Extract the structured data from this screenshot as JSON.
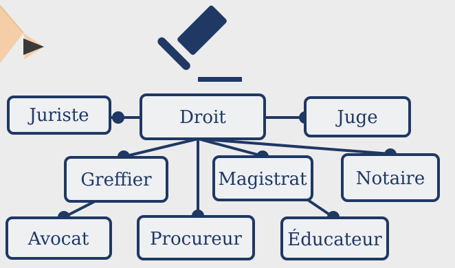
{
  "colors": {
    "navy": "#1f3864",
    "box_fill": "#eef0f2",
    "background": "#ececec",
    "pencil_wood": "#f5cda6",
    "pencil_tip": "#3a3a3a"
  },
  "icons": {
    "gavel": "gavel-icon",
    "pencil": "pencil-icon"
  },
  "nodes": {
    "juriste": "Juriste",
    "droit": "Droit",
    "juge": "Juge",
    "greffier": "Greffier",
    "magistrat": "Magistrat",
    "notaire": "Notaire",
    "avocat": "Avocat",
    "procureur": "Procureur",
    "educateur": "Éducateur"
  }
}
